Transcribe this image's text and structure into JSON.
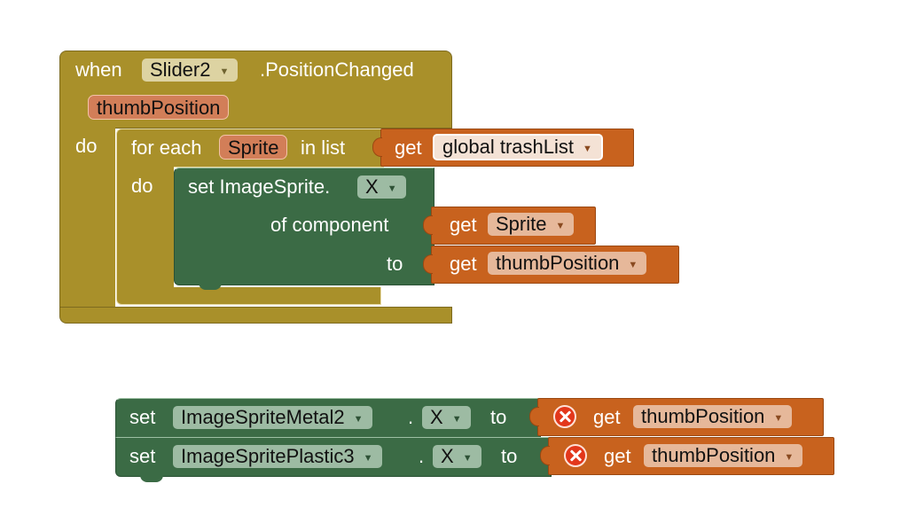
{
  "event_block": {
    "when": "when",
    "component": "Slider2",
    "event_name": ".PositionChanged",
    "param": "thumbPosition",
    "do": "do"
  },
  "foreach_block": {
    "label": "for each",
    "var": "Sprite",
    "in_list": "in list",
    "do": "do",
    "get": "get",
    "list_var": "global trashList"
  },
  "set_block": {
    "label": "set ImageSprite.",
    "property": "X",
    "of_component": "of component",
    "to": "to",
    "get1": "get",
    "get1_var": "Sprite",
    "get2": "get",
    "get2_var": "thumbPosition"
  },
  "loose_blocks": [
    {
      "set": "set",
      "component": "ImageSpriteMetal2",
      "dot": ".",
      "property": "X",
      "to": "to",
      "get": "get",
      "var": "thumbPosition"
    },
    {
      "set": "set",
      "component": "ImageSpritePlastic3",
      "dot": ".",
      "property": "X",
      "to": "to",
      "get": "get",
      "var": "thumbPosition"
    }
  ],
  "dropdown_arrow": "▼",
  "colors": {
    "event": "#a9902a",
    "component_set": "#3b6b45",
    "variable_get": "#c8621e",
    "error": "#e3371b"
  }
}
